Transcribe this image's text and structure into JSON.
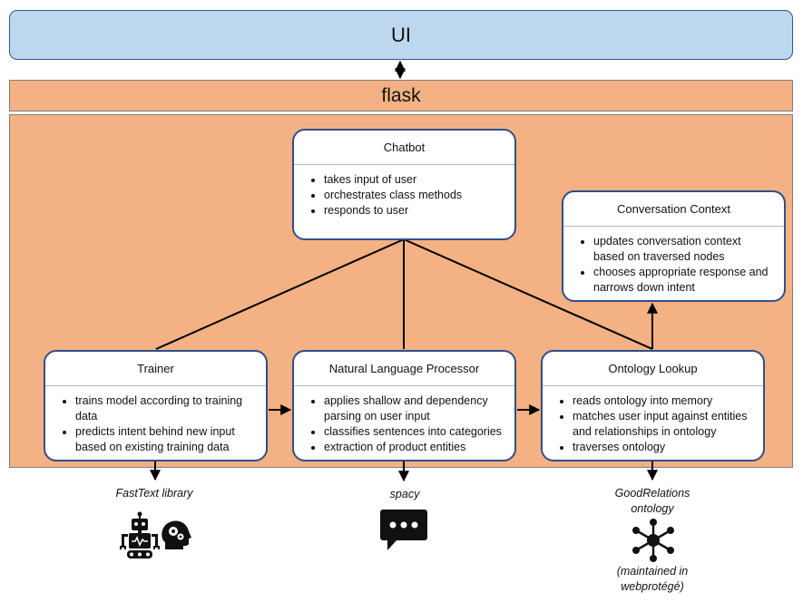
{
  "ui_layer": {
    "label": "UI"
  },
  "flask_layer": {
    "label": "flask"
  },
  "components": {
    "chatbot": {
      "title": "Chatbot",
      "bullets": [
        "takes input of user",
        "orchestrates class methods",
        "responds to user"
      ]
    },
    "conversation_context": {
      "title": "Conversation Context",
      "bullets": [
        "updates conversation context based on traversed nodes",
        "chooses appropriate response and narrows down intent"
      ]
    },
    "trainer": {
      "title": "Trainer",
      "bullets": [
        "trains model according to training data",
        "predicts intent behind new input based on existing training data"
      ]
    },
    "nlp": {
      "title": "Natural Language Processor",
      "bullets": [
        "applies shallow and dependency parsing on user input",
        "classifies sentences into categories",
        "extraction of product entities"
      ]
    },
    "ontology_lookup": {
      "title": "Ontology Lookup",
      "bullets": [
        "reads ontology into memory",
        "matches user input against entities and relationships in ontology",
        "traverses ontology"
      ]
    }
  },
  "external": {
    "fasttext": {
      "label": "FastText library",
      "icon": "robot-and-brain-icon"
    },
    "spacy": {
      "label": "spacy",
      "icon": "chat-bubble-icon"
    },
    "goodrelations": {
      "label": "GoodRelations ontology",
      "icon": "network-graph-icon",
      "note": "(maintained in webprotégé)"
    }
  },
  "colors": {
    "ui": "#bdd7ee",
    "backend": "#f4b183",
    "card_border": "#2f4f8a"
  }
}
